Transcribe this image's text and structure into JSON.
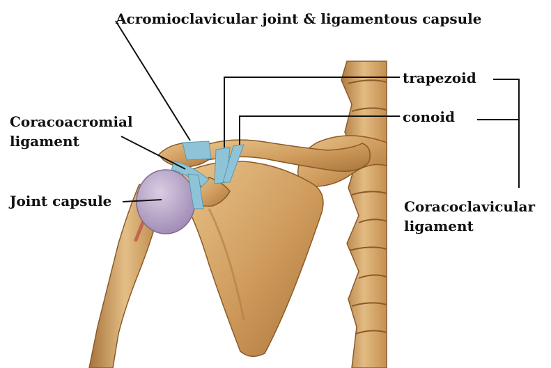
{
  "labels": {
    "acromioclavicular": "Acromioclavicular joint & ligamentous capsule",
    "trapezoid": "trapezoid",
    "conoid": "conoid",
    "coracoacromial_line1": "Coracoacromial",
    "coracoacromial_line2": "ligament",
    "joint_capsule": "Joint capsule",
    "coracoclavicular_line1": "Coracoclavicular",
    "coracoclavicular_line2": "ligament"
  },
  "colors": {
    "bone": "#d2a061",
    "bone_shadow": "#a8743a",
    "bone_highlight": "#edcf9c",
    "ligament": "#8fc4d8",
    "capsule": "#b9a7c8",
    "leader_line": "#111111"
  }
}
